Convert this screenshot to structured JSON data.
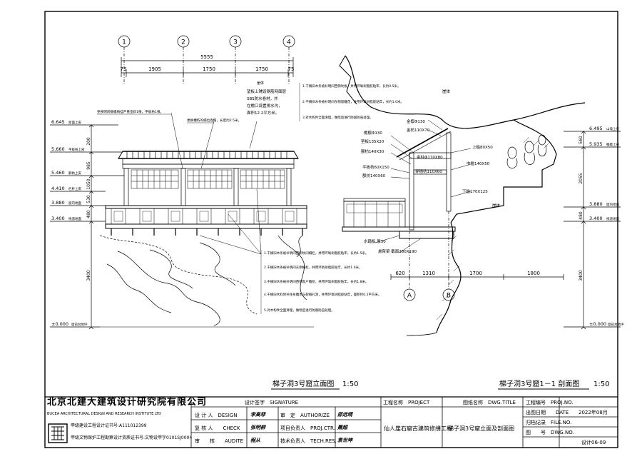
{
  "drawing": {
    "left_title": "梯子洞3号窟立面图",
    "left_scale": "1:50",
    "right_title": "梯子洞3号窟1－1 剖面图",
    "right_scale": "1:50",
    "axis_numbers": [
      "1",
      "2",
      "3",
      "4"
    ],
    "axis_letters": [
      "A",
      "B"
    ],
    "top_total": "5555",
    "top_dims": [
      "75",
      "1905",
      "1750",
      "1750",
      "75"
    ],
    "left_elevations": [
      {
        "value": "6.645",
        "label": "屋面上皮"
      },
      {
        "value": "5.660",
        "label": "平板枋上皮"
      },
      {
        "value": "5.460",
        "label": "额枋上皮"
      },
      {
        "value": "4.410",
        "label": "栏杆上皮"
      },
      {
        "value": "3.880",
        "label": "窟内地面"
      },
      {
        "value": "3.400",
        "label": "栈道地面"
      },
      {
        "value": "±0.000",
        "label": "窟前台地坪"
      }
    ],
    "left_vdims": [
      "200",
      "985",
      "1050",
      "530",
      "480",
      "3400"
    ],
    "right_elevations": [
      {
        "value": "6.495",
        "label": "山墙上皮"
      },
      {
        "value": "5.935",
        "label": "檐檩上皮"
      },
      {
        "value": "3.880",
        "label": "窟内地面"
      },
      {
        "value": "3.400",
        "label": "栈道地面"
      },
      {
        "value": "±0.000",
        "label": "窟前台地坪"
      }
    ],
    "right_vdims": [
      "560",
      "2055",
      "480",
      "3400"
    ],
    "bottom_dims": [
      "620",
      "1310",
      "1700",
      "1800"
    ],
    "note_top_left_1": "更换明间椽檐栈挂严重歪斜1根，平板枋1根。",
    "note_top_left_2": "更换槽朽的榻位连檐，长度约2.5米。",
    "note_roof_title": "崖体",
    "note_roof_lines": [
      "望板上铺设钢筋网面层",
      "SBS防水卷材，并",
      "在檐口设置排水沟，",
      "面积12.2平方米。"
    ],
    "bottom_notes": [
      "1.干摘旧木条被补明间西侧坎间柵栏，并用环氧树脂胶粘牢，长约1.5米。",
      "2.干摘旧木条被补明间东侧柵栏，并用环氧树脂胶粘牢，长约1.0米。",
      "3.干摘旧木条被补明间西侧窗户雕花，并用环氧树脂胶粘牢，长约1.8米。",
      "4.干摘旧木料修补柱身雕木与裂缝孔洞，并用环氧树脂胶粘牢，面积约0.2平方米。",
      "5.对木构件全面清理，做暗后进行防腐防虫处理。"
    ],
    "right_notes": [
      "1.干摘旧木条被补明间西侧坎板，并用环氧树脂胶粘牢，长约0.5米。",
      "2.干摘旧木条被补明间东侧窗雕花，并用环氧树脂胶粘牢，长约1.0米。",
      "3.对木构件全面清理，做暗后进行防腐防虫处理。"
    ],
    "section_labels": {
      "rock": "崖体",
      "rock2": "崖体",
      "jinlin": "金檩Φ130",
      "jinfang": "金枋110X70",
      "yanlin": "檐檩Φ130",
      "dianban": "垫板135X20",
      "yanfang": "额枋140X30",
      "pingban": "平板枋60X150",
      "elan": "额枋140X60",
      "shang_kan": "上槛80X50",
      "zhong_kan": "中槛140X50",
      "xia_kan": "下槛170X125",
      "jinzhu": "金柱Φ170X80",
      "jiadi": "穿插枋110X60",
      "shuiti": "水踏板 厚30",
      "zhuliang": "悬臂梁 截面280X190"
    }
  },
  "titleblock": {
    "company_cn": "北京北建大建筑设计研究院有限公司",
    "company_en": "BUCEA ARCHITECTURAL DESIGN AND RESEARCH INSTITUTE LTD",
    "cert1": "甲级建设工程设计证书号:A111012399",
    "cert2": "甲级文物保护工程勘察设计资质证书号:文物设甲字0101SJ0004",
    "sig_header": "设计签字　SIGNATURE",
    "design_label": "设 计 人　DESIGN",
    "check_label": "复 核 人　　CHECK",
    "audit_label": "审　　核　　AUDITE",
    "authorize_label": "审　定　AUTHORIZE",
    "proj_ctr_label": "项目负责人　PROJ.CTR.",
    "tech_res_label": "技术负责人　TECH.RES.",
    "design_sig": "李高菲",
    "check_sig": "张明柳",
    "audit_sig": "程从",
    "authorize_sig": "邵远晴",
    "proj_ctr_sig": "聂超",
    "tech_res_sig": "袁世坤",
    "project_header": "工程名称　PROJECT",
    "project_name": "仙人崖石窟古建筑修缮工程",
    "dwg_title_header": "图纸名称　DWG.TITLE",
    "dwg_title": "梯子洞3号窟立面及剖面图",
    "proj_no_label": "工程编号　PROJ.NO.",
    "date_label": "出图日期　　DATE",
    "date_value": "2022年08月",
    "file_label": "归档记录　FILE.NO.",
    "dwg_no_label": "图　　号　DWG.NO.",
    "dwg_no_value": "设计06-09"
  }
}
